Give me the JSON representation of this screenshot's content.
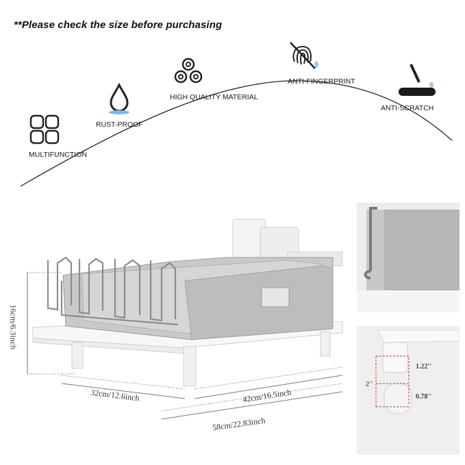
{
  "header": {
    "note": "**Please check the size before purchasing"
  },
  "features": [
    {
      "label": "MULTIFUNCTION",
      "icon": "four-squares-icon"
    },
    {
      "label": "RUST-PROOF",
      "icon": "water-drop-icon"
    },
    {
      "label": "HIGH QUALITY MATERIAL",
      "icon": "rolls-icon"
    },
    {
      "label": "ANTI-FINGERPRINT",
      "icon": "no-fingerprint-icon"
    },
    {
      "label": "ANTI-SCRATCH",
      "icon": "scratch-tool-icon"
    }
  ],
  "dimensions": {
    "height": "16cm/6.3inch",
    "depth": "32cm/12.6inch",
    "width_tray": "42cm/16.5inch",
    "width_total": "58cm/22.83inch"
  },
  "detail": {
    "upper_height": "1.22''",
    "lower_height": "0.78''",
    "total_gap": "2''"
  },
  "colors": {
    "accent_red": "#c0392b",
    "steel": "#b8b8b8",
    "white_base": "#f4f4f4"
  }
}
